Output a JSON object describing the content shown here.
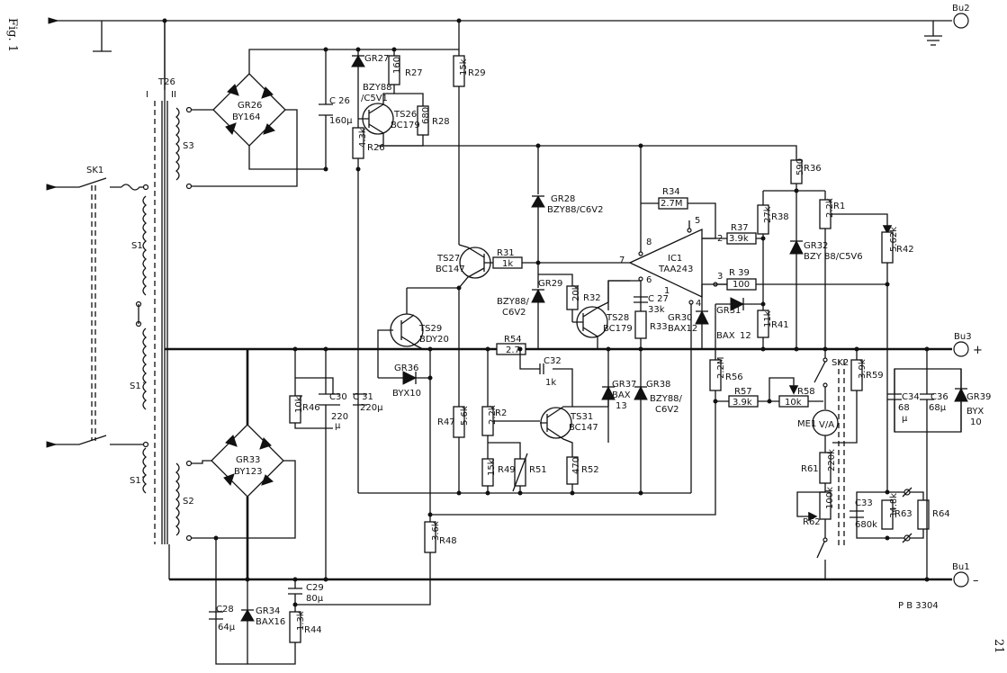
{
  "figure": {
    "caption": "Fig. 1",
    "page_number": "21",
    "drawing_ref": "P B 3304"
  },
  "connectors": {
    "bu1": "Bu1",
    "bu2": "Bu2",
    "bu3": "Bu3",
    "plus": "+",
    "minus": "–"
  },
  "transformer": {
    "name": "T26",
    "primary": "I",
    "secondary": "II",
    "windings": {
      "s1": "S1",
      "s1a": "S1´",
      "s1b": "S1˝",
      "s2": "S2",
      "s3": "S3"
    }
  },
  "switches": {
    "sk1": "SK1",
    "sk2": "SK2"
  },
  "meter": {
    "name": "ME1"
  },
  "ic": {
    "name": "IC1",
    "type": "TAA243",
    "pins": {
      "p1": "1",
      "p2": "2",
      "p3": "3",
      "p4": "4",
      "p5": "5",
      "p6": "6",
      "p7": "7",
      "p8": "8"
    }
  },
  "bridges": {
    "gr26": {
      "name": "GR26",
      "type": "BY164"
    },
    "gr33": {
      "name": "GR33",
      "type": "BY123"
    }
  },
  "transistors": {
    "ts26": {
      "name": "TS26",
      "type": "BC179"
    },
    "ts27": {
      "name": "TS27",
      "type": "BC147"
    },
    "ts28": {
      "name": "TS28",
      "type": "BC179"
    },
    "ts29": {
      "name": "TS29",
      "type": "BDY20"
    },
    "ts31": {
      "name": "TS31",
      "type": "BC147"
    }
  },
  "diodes": {
    "gr27": {
      "name": "GR27",
      "type": "BZY88",
      "type2": "/C5V1"
    },
    "gr28": {
      "name": "GR28",
      "type": "BZY88/C6V2"
    },
    "gr29": {
      "name": "GR29",
      "type": "BZY88/",
      "type2": "C6V2"
    },
    "gr30": {
      "name": "GR30",
      "type": "BAX12"
    },
    "gr31": {
      "name": "GR31",
      "type": "BAX",
      "type2": "12"
    },
    "gr32": {
      "name": "GR32",
      "type": "BZY 88/C5V6"
    },
    "gr34": {
      "name": "GR34",
      "type": "BAX16"
    },
    "gr36": {
      "name": "GR36",
      "type": "BYX10"
    },
    "gr37": {
      "name": "GR37",
      "type": "BAX",
      "type2": "13"
    },
    "gr38": {
      "name": "GR38",
      "type": "BZY88/",
      "type2": "C6V2"
    },
    "gr39": {
      "name": "GR39",
      "type": "BYX",
      "type2": "10"
    }
  },
  "resistors": {
    "r26": {
      "name": "R26",
      "value": "4.3k"
    },
    "r27": {
      "name": "R27",
      "value": "160"
    },
    "r28": {
      "name": "R28",
      "value": "680"
    },
    "r29": {
      "name": "R29",
      "value": "15k"
    },
    "r31": {
      "name": "R31",
      "value": "1k"
    },
    "r32": {
      "name": "R32",
      "value": "20k"
    },
    "r33": {
      "name": "R33",
      "value": ""
    },
    "r34": {
      "name": "R34",
      "value": "2.7M"
    },
    "r36": {
      "name": "R36",
      "value": "590"
    },
    "r37": {
      "name": "R37",
      "value": "3.9k"
    },
    "r38": {
      "name": "R38",
      "value": "27k"
    },
    "r39": {
      "name": "R 39",
      "value": "100"
    },
    "r1": {
      "name": "R1",
      "value": "2.2k"
    },
    "r41": {
      "name": "R41",
      "value": "11k"
    },
    "r42": {
      "name": "R42",
      "value": "5.62k"
    },
    "r44": {
      "name": "R44",
      "value": "1.3k"
    },
    "r46": {
      "name": "R46",
      "value": "10k"
    },
    "r47": {
      "name": "R47",
      "value": "5.6k"
    },
    "r48": {
      "name": "R48",
      "value": "3.6k"
    },
    "r49": {
      "name": "R49",
      "value": "15k"
    },
    "r2": {
      "name": "R2",
      "value": "2.2k"
    },
    "r51": {
      "name": "R51",
      "value": ""
    },
    "r52": {
      "name": "R52",
      "value": "470"
    },
    "r54": {
      "name": "R54",
      "value": "2.7"
    },
    "r56": {
      "name": "R56",
      "value": "2.2M"
    },
    "r57": {
      "name": "R57",
      "value": "3.9k"
    },
    "r58": {
      "name": "R58",
      "value": "10k"
    },
    "r59": {
      "name": "R59",
      "value": "3.9k"
    },
    "r61": {
      "name": "R61",
      "value": "220k"
    },
    "r62": {
      "name": "R62",
      "value": "100k"
    },
    "r63": {
      "name": "R63",
      "value": "34.8k"
    },
    "r64": {
      "name": "R64",
      "value": ""
    }
  },
  "capacitors": {
    "c26": {
      "name": "C 26",
      "value": "160μ"
    },
    "c27": {
      "name": "C 27",
      "value": "33k"
    },
    "c28": {
      "name": "C28",
      "value": "64μ"
    },
    "c29": {
      "name": "C29",
      "value": "80μ"
    },
    "c30": {
      "name": "C30",
      "value": "220",
      "unit": "μ"
    },
    "c31": {
      "name": "C 31",
      "value": "220μ"
    },
    "c32": {
      "name": "C32",
      "value": "1k"
    },
    "c33": {
      "name": "C33",
      "value": "680k"
    },
    "c34": {
      "name": "C34",
      "value": "68",
      "unit": "μ"
    },
    "c36": {
      "name": "C36",
      "value": "68μ"
    }
  }
}
